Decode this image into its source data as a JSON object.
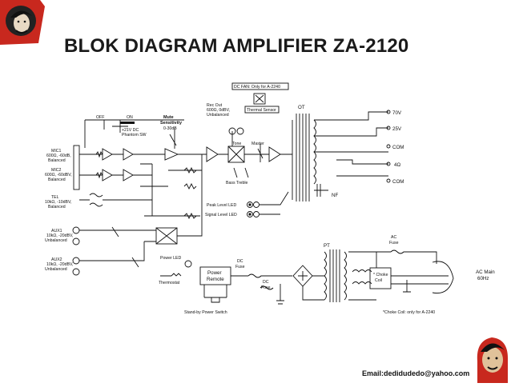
{
  "title": "BLOK DIAGRAM AMPLIFIER ZA-2120",
  "email": "Email:dedidudedo@yahoo.com",
  "diagram": {
    "dc_fan": "DC FAN: Only for A-2240",
    "thermal_sensor": "Thermal Sensor",
    "off": "OFF",
    "on": "ON",
    "phantom_1": "+21V DC",
    "phantom_2": "Phantom SW",
    "mute_1": "Mute",
    "mute_2": "Sensitivity",
    "mute_3": "0-30dB",
    "rec_out_1": "Rec Out",
    "rec_out_2": "600Ω, 0dBV,",
    "rec_out_3": "Unbalanced",
    "tone": "Tone",
    "master": "Master",
    "bass_treble": "Bass  Treble",
    "ot": "OT",
    "nf": "NF",
    "out_70v": "70V",
    "out_25v": "25V",
    "out_com1": "COM",
    "out_4ohm": "4Ω",
    "out_com2": "COM",
    "mic1_1": "MIC1",
    "mic1_2": "600Ω, -60dB,",
    "mic1_3": "Balanced",
    "mic2_1": "MIC2",
    "mic2_2": "600Ω, -60dBV,",
    "mic2_3": "Balanced",
    "tel_1": "TEL",
    "tel_2": "10kΩ, -10dBV,",
    "tel_3": "Balanced",
    "aux1_1": "AUX1",
    "aux1_2": "10kΩ, -20dBV,",
    "aux1_3": "Unbalanced",
    "aux2_1": "AUX2",
    "aux2_2": "10kΩ, -20dBV,",
    "aux2_3": "Unbalanced",
    "peak_led": "Peak Level LED",
    "signal_led": "Signal Level LED",
    "power_led": "Power LED",
    "power_remote_1": "Power",
    "power_remote_2": "Remote",
    "thermostat": "Thermostat",
    "dc_fuse_1a": "DC",
    "dc_fuse_1b": "Fuse",
    "dc_fuse_2a": "DC",
    "dc_fuse_2b": "Fuse",
    "pt": "PT",
    "ac_fuse_1": "AC",
    "ac_fuse_2": "Fuse",
    "choke_1": "* Choke",
    "choke_2": "Coil",
    "ac_main_1": "AC Main",
    "ac_main_2": "60Hz",
    "standby": "Stand-by Power Switch",
    "choke_note": "*Choke Coil: only for A-2240"
  }
}
